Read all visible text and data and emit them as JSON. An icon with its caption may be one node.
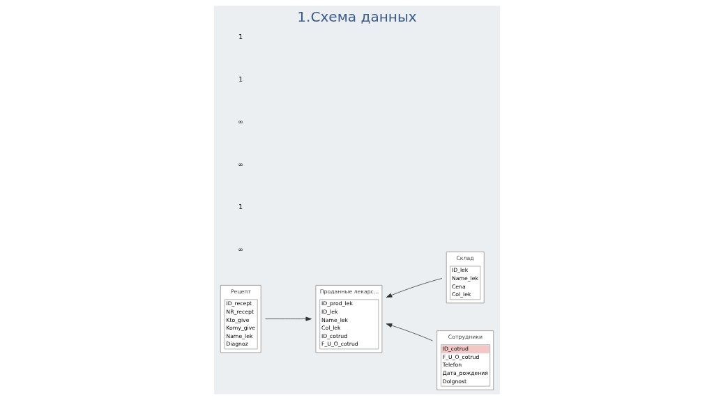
{
  "diagram": {
    "title": "1.Схема данных",
    "nodes": [
      {
        "text": [
          "Проданные лекарс...",
          "ID_prod_lek",
          "ID_lek",
          "Name_lek",
          "Col_lek",
          "ID_cotrud",
          "F_U_O_cotrud"
        ]
      },
      {
        "text": [
          "Склад",
          "ID_lek",
          "Name_lek",
          "Cena",
          "Col_lek"
        ]
      },
      {
        "text": [
          "Рецепт",
          "ID_recept",
          "NR_recept",
          "Kto_give",
          "Komy_give",
          "Name_lek",
          "Diagnoz"
        ]
      },
      {
        "text": [
          "Сотрудники",
          "ID_cotrud",
          "F_U_O_cotrud",
          "Telefon",
          "Дата_рождения",
          "Dolgnost"
        ]
      }
    ],
    "edges": [
      {
        "from": 2,
        "to": 0,
        "arrow": "to"
      },
      {
        "from": 1,
        "to": 0,
        "arrow": "to"
      },
      {
        "from": 3,
        "to": 0,
        "arrow": "to"
      }
    ],
    "labels": [
      "∞",
      "1",
      "∞",
      "∞",
      "1",
      "1"
    ]
  }
}
